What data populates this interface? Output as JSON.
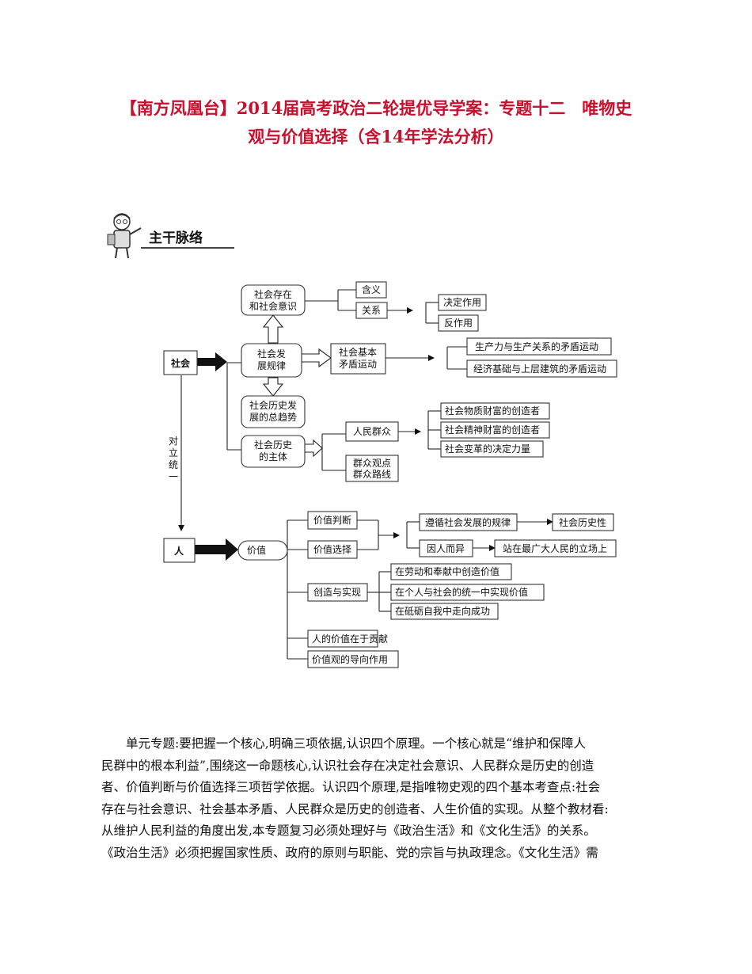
{
  "title": {
    "line1": "【南方凤凰台】2014届高考政治二轮提优导学案：专题十二　唯物史",
    "line2": "观与价值选择（含14年学法分析）"
  },
  "section": {
    "label": "主干脉络",
    "icon": "teacher-mascot-icon"
  },
  "diagram": {
    "society": "社会",
    "person": "人",
    "link": [
      "对",
      "立",
      "统",
      "一"
    ],
    "exist1": "社会存在",
    "exist2": "和社会意识",
    "meaning": "含义",
    "relation": "关系",
    "decisive": "决定作用",
    "reaction": "反作用",
    "law1": "社会发",
    "law2": "展规律",
    "contra1": "社会基本",
    "contra2": "矛盾运动",
    "prod": "生产力与生产关系的矛盾运动",
    "econ": "经济基础与上层建筑的矛盾运动",
    "trend1": "社会历史发",
    "trend2": "展的总趋势",
    "subject1": "社会历史",
    "subject2": "的主体",
    "masses": "人民群众",
    "material": "社会物质财富的创造者",
    "spiritual": "社会精神财富的创造者",
    "change": "社会变革的决定力量",
    "view1": "群众观点",
    "view2": "群众路线",
    "value": "价值",
    "judgment": "价值判断",
    "choice": "价值选择",
    "follow": "遵循社会发展的规律",
    "historical": "社会历史性",
    "vary": "因人而异",
    "stand": "站在最广大人民的立场上",
    "create": "创造与实现",
    "labor": "在劳动和奉献中创造价值",
    "unity": "在个人与社会的统一中实现价值",
    "hone": "在砥砺自我中走向成功",
    "worth": "人的价值在于贡献",
    "guide": "价值观的导向作用"
  },
  "paragraph": {
    "l1": "单元专题:要把握一个核心,明确三项依据,认识四个原理。一个核心就是“维护和保障人",
    "l2": "民群中的根本利益”,围绕这一命题核心,认识社会存在决定社会意识、人民群众是历史的创造",
    "l3": "者、价值判断与价值选择三项哲学依据。认识四个原理,是指唯物史观的四个基本考查点:社会",
    "l4": "存在与社会意识、社会基本矛盾、人民群众是历史的创造者、人生价值的实现。从整个教材看:",
    "l5": "从维护人民利益的角度出发,本专题复习必须处理好与《政治生活》和《文化生活》的关系。",
    "l6": "《政治生活》必须把握国家性质、政府的原则与职能、党的宗旨与执政理念。《文化生活》需"
  }
}
